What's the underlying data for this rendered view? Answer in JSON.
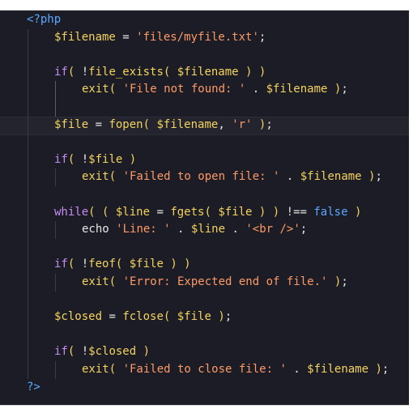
{
  "editor": {
    "theme_background": "#1b1c25",
    "lines": [
      {
        "n": "",
        "tokens": [
          {
            "c": "tag",
            "t": "<?php"
          }
        ]
      },
      {
        "n": "",
        "tokens": [
          {
            "c": "var",
            "t": "$filename"
          },
          {
            "c": "op",
            "t": " = "
          },
          {
            "c": "str",
            "t": "'files/myfile.txt'"
          },
          {
            "c": "op",
            "t": ";"
          }
        ]
      },
      {
        "n": "",
        "tokens": []
      },
      {
        "n": "",
        "tokens": [
          {
            "c": "kw",
            "t": "if"
          },
          {
            "c": "paren",
            "t": "( "
          },
          {
            "c": "op",
            "t": "!"
          },
          {
            "c": "fn",
            "t": "file_exists"
          },
          {
            "c": "paren",
            "t": "( "
          },
          {
            "c": "var",
            "t": "$filename"
          },
          {
            "c": "paren",
            "t": " ) )"
          }
        ]
      },
      {
        "n": "",
        "tokens": [
          {
            "c": "fn",
            "t": "exit"
          },
          {
            "c": "paren",
            "t": "( "
          },
          {
            "c": "str",
            "t": "'File not found: '"
          },
          {
            "c": "op",
            "t": " . "
          },
          {
            "c": "var",
            "t": "$filename"
          },
          {
            "c": "paren",
            "t": " )"
          },
          {
            "c": "op",
            "t": ";"
          }
        ]
      },
      {
        "n": "",
        "tokens": []
      },
      {
        "n": "",
        "tokens": [
          {
            "c": "var",
            "t": "$file"
          },
          {
            "c": "op",
            "t": " = "
          },
          {
            "c": "fn",
            "t": "fopen"
          },
          {
            "c": "paren",
            "t": "( "
          },
          {
            "c": "var",
            "t": "$filename"
          },
          {
            "c": "op",
            "t": ", "
          },
          {
            "c": "str",
            "t": "'r'"
          },
          {
            "c": "paren",
            "t": " )"
          },
          {
            "c": "op",
            "t": ";"
          }
        ]
      },
      {
        "n": "",
        "tokens": []
      },
      {
        "n": "",
        "tokens": [
          {
            "c": "kw",
            "t": "if"
          },
          {
            "c": "paren",
            "t": "( "
          },
          {
            "c": "op",
            "t": "!"
          },
          {
            "c": "var",
            "t": "$file"
          },
          {
            "c": "paren",
            "t": " )"
          }
        ]
      },
      {
        "n": "",
        "tokens": [
          {
            "c": "fn",
            "t": "exit"
          },
          {
            "c": "paren",
            "t": "( "
          },
          {
            "c": "str",
            "t": "'Failed to open file: '"
          },
          {
            "c": "op",
            "t": " . "
          },
          {
            "c": "var",
            "t": "$filename"
          },
          {
            "c": "paren",
            "t": " )"
          },
          {
            "c": "op",
            "t": ";"
          }
        ]
      },
      {
        "n": "",
        "tokens": []
      },
      {
        "n": "",
        "tokens": [
          {
            "c": "kw",
            "t": "while"
          },
          {
            "c": "paren",
            "t": "( ( "
          },
          {
            "c": "var",
            "t": "$line"
          },
          {
            "c": "op",
            "t": " = "
          },
          {
            "c": "fn",
            "t": "fgets"
          },
          {
            "c": "paren",
            "t": "( "
          },
          {
            "c": "var",
            "t": "$file"
          },
          {
            "c": "paren",
            "t": " ) )"
          },
          {
            "c": "op",
            "t": " !== "
          },
          {
            "c": "const",
            "t": "false"
          },
          {
            "c": "paren",
            "t": " )"
          }
        ]
      },
      {
        "n": "",
        "tokens": [
          {
            "c": "plain",
            "t": "echo "
          },
          {
            "c": "str",
            "t": "'Line: '"
          },
          {
            "c": "op",
            "t": " . "
          },
          {
            "c": "var",
            "t": "$line"
          },
          {
            "c": "op",
            "t": " . "
          },
          {
            "c": "str",
            "t": "'<br />'"
          },
          {
            "c": "op",
            "t": ";"
          }
        ]
      },
      {
        "n": "",
        "tokens": []
      },
      {
        "n": "",
        "tokens": [
          {
            "c": "kw",
            "t": "if"
          },
          {
            "c": "paren",
            "t": "( "
          },
          {
            "c": "op",
            "t": "!"
          },
          {
            "c": "fn",
            "t": "feof"
          },
          {
            "c": "paren",
            "t": "( "
          },
          {
            "c": "var",
            "t": "$file"
          },
          {
            "c": "paren",
            "t": " ) )"
          }
        ]
      },
      {
        "n": "",
        "tokens": [
          {
            "c": "fn",
            "t": "exit"
          },
          {
            "c": "paren",
            "t": "( "
          },
          {
            "c": "str",
            "t": "'Error: Expected end of file.'"
          },
          {
            "c": "paren",
            "t": " )"
          },
          {
            "c": "op",
            "t": ";"
          }
        ]
      },
      {
        "n": "",
        "tokens": []
      },
      {
        "n": "",
        "tokens": [
          {
            "c": "var",
            "t": "$closed"
          },
          {
            "c": "op",
            "t": " = "
          },
          {
            "c": "fn",
            "t": "fclose"
          },
          {
            "c": "paren",
            "t": "( "
          },
          {
            "c": "var",
            "t": "$file"
          },
          {
            "c": "paren",
            "t": " )"
          },
          {
            "c": "op",
            "t": ";"
          }
        ]
      },
      {
        "n": "",
        "tokens": []
      },
      {
        "n": "",
        "tokens": [
          {
            "c": "kw",
            "t": "if"
          },
          {
            "c": "paren",
            "t": "( "
          },
          {
            "c": "op",
            "t": "!"
          },
          {
            "c": "var",
            "t": "$closed"
          },
          {
            "c": "paren",
            "t": " )"
          }
        ]
      },
      {
        "n": "",
        "tokens": [
          {
            "c": "fn",
            "t": "exit"
          },
          {
            "c": "paren",
            "t": "( "
          },
          {
            "c": "str",
            "t": "'Failed to close file: '"
          },
          {
            "c": "op",
            "t": " . "
          },
          {
            "c": "var",
            "t": "$filename"
          },
          {
            "c": "paren",
            "t": " )"
          },
          {
            "c": "op",
            "t": ";"
          }
        ]
      },
      {
        "n": "",
        "tokens": [
          {
            "c": "tag",
            "t": "?>"
          }
        ]
      }
    ]
  }
}
